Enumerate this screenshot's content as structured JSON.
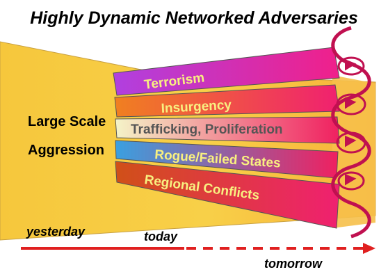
{
  "title": "Highly Dynamic Networked Adversaries",
  "left_label": {
    "line1": "Large Scale",
    "line2": "Aggression"
  },
  "bands": [
    {
      "label": "Terrorism",
      "color_start": "#b040e0",
      "color_end": "#f0208a"
    },
    {
      "label": "Insurgency",
      "color_start": "#f08020",
      "color_end": "#f02070"
    },
    {
      "label": "Trafficking, Proliferation",
      "color_start": "#f4f4c8",
      "color_end": "#f02060"
    },
    {
      "label": "Rogue/Failed States",
      "color_start": "#3aa0e0",
      "color_end": "#f02060"
    },
    {
      "label": "Regional Conflicts",
      "color_start": "#d05018",
      "color_end": "#f02070"
    }
  ],
  "timeline": {
    "yesterday": "yesterday",
    "today": "today",
    "tomorrow": "tomorrow",
    "color": "#e02020"
  },
  "colors": {
    "background_wedge": "#f5c842",
    "arrow_outline": "#c01050",
    "text_on_band": "#f8f080",
    "text_dark": "#000000"
  }
}
